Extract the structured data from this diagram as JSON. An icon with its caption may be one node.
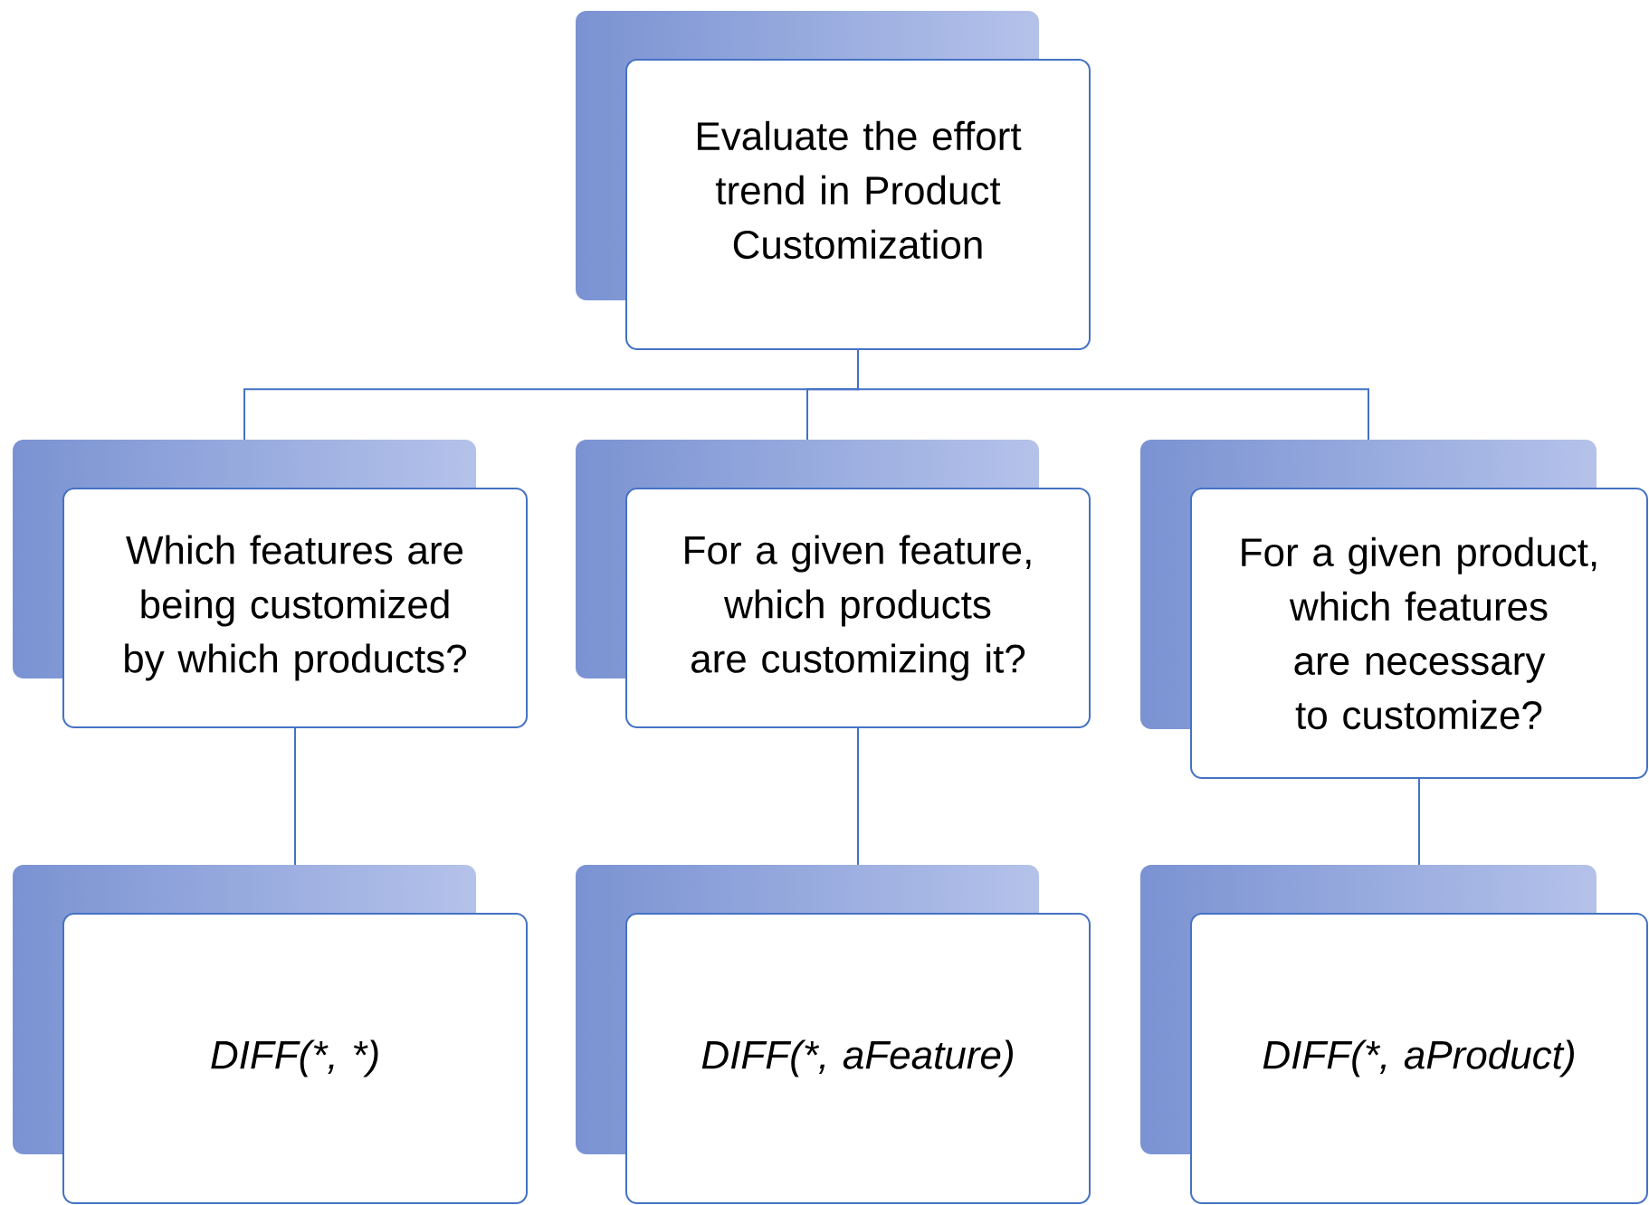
{
  "diagram": {
    "nodes": [
      {
        "text": [
          "Evaluate the effort trend in Product Customization"
        ]
      },
      {
        "text": [
          "Which features are being customized by which products?"
        ]
      },
      {
        "text": [
          "For a given feature, which products are customizing it?"
        ]
      },
      {
        "text": [
          "For a given product, which features are necessary to customize?"
        ]
      },
      {
        "text": [
          "DIFF(*, *)"
        ]
      },
      {
        "text": [
          "DIFF(*, aFeature)"
        ]
      },
      {
        "text": [
          "DIFF(*, aProduct)"
        ]
      }
    ],
    "edges": [
      {
        "from": 0,
        "to": 1,
        "arrow": "none"
      },
      {
        "from": 0,
        "to": 2,
        "arrow": "none"
      },
      {
        "from": 0,
        "to": 3,
        "arrow": "none"
      },
      {
        "from": 1,
        "to": 4,
        "arrow": "none"
      },
      {
        "from": 2,
        "to": 5,
        "arrow": "none"
      },
      {
        "from": 3,
        "to": 6,
        "arrow": "none"
      }
    ]
  }
}
